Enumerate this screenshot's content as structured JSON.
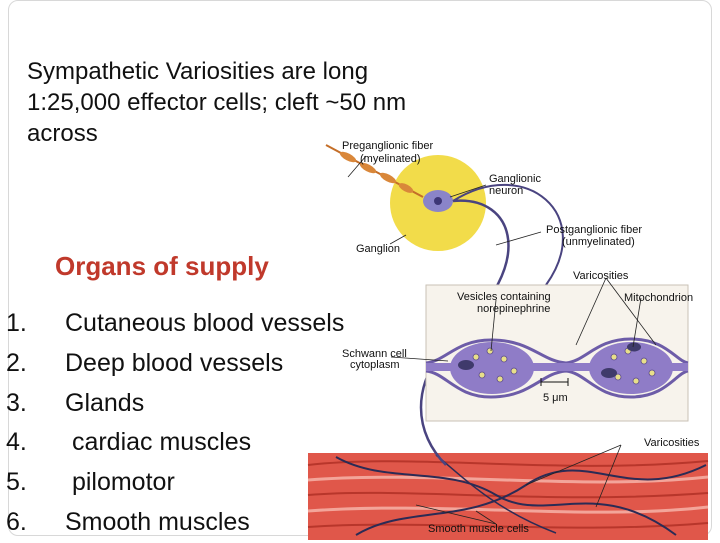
{
  "title": "Sympathetic Variosities are long 1:25,000 effector  cells; cleft ~50 nm across",
  "section_heading": "Organs of supply",
  "organs": [
    {
      "num": "1.",
      "text": "Cutaneous blood vessels"
    },
    {
      "num": "2.",
      "text": "Deep blood vessels"
    },
    {
      "num": "3.",
      "text": "Glands"
    },
    {
      "num": "4.",
      "text": " cardiac muscles"
    },
    {
      "num": "5.",
      "text": " pilomotor"
    },
    {
      "num": "6.",
      "text": "Smooth muscles"
    }
  ],
  "figure": {
    "labels": {
      "preganglionic": "Preganglionic fiber",
      "preganglionic_note": "(myelinated)",
      "ganglionic": "Ganglionic",
      "ganglionic_2": "neuron",
      "postganglionic": "Postganglionic fiber",
      "postganglionic_note": "(unmyelinated)",
      "ganglion": "Ganglion",
      "varicosities_top": "Varicosities",
      "vesicles": "Vesicles containing",
      "vesicles_2": "norepinephrine",
      "mitochondrion": "Mitochondrion",
      "schwann": "Schwann cell",
      "schwann_2": "cytoplasm",
      "scale": "5 μm",
      "varicosities_bottom": "Varicosities",
      "smooth_muscle": "Smooth muscle cells"
    },
    "colors": {
      "ganglion": "#f2dc4a",
      "neuron": "#8a84c9",
      "myelin": "#d9873a",
      "varicosity": "#8f7cc7",
      "muscle": "#e0574a",
      "inset_bg": "#f7f3ec"
    }
  }
}
